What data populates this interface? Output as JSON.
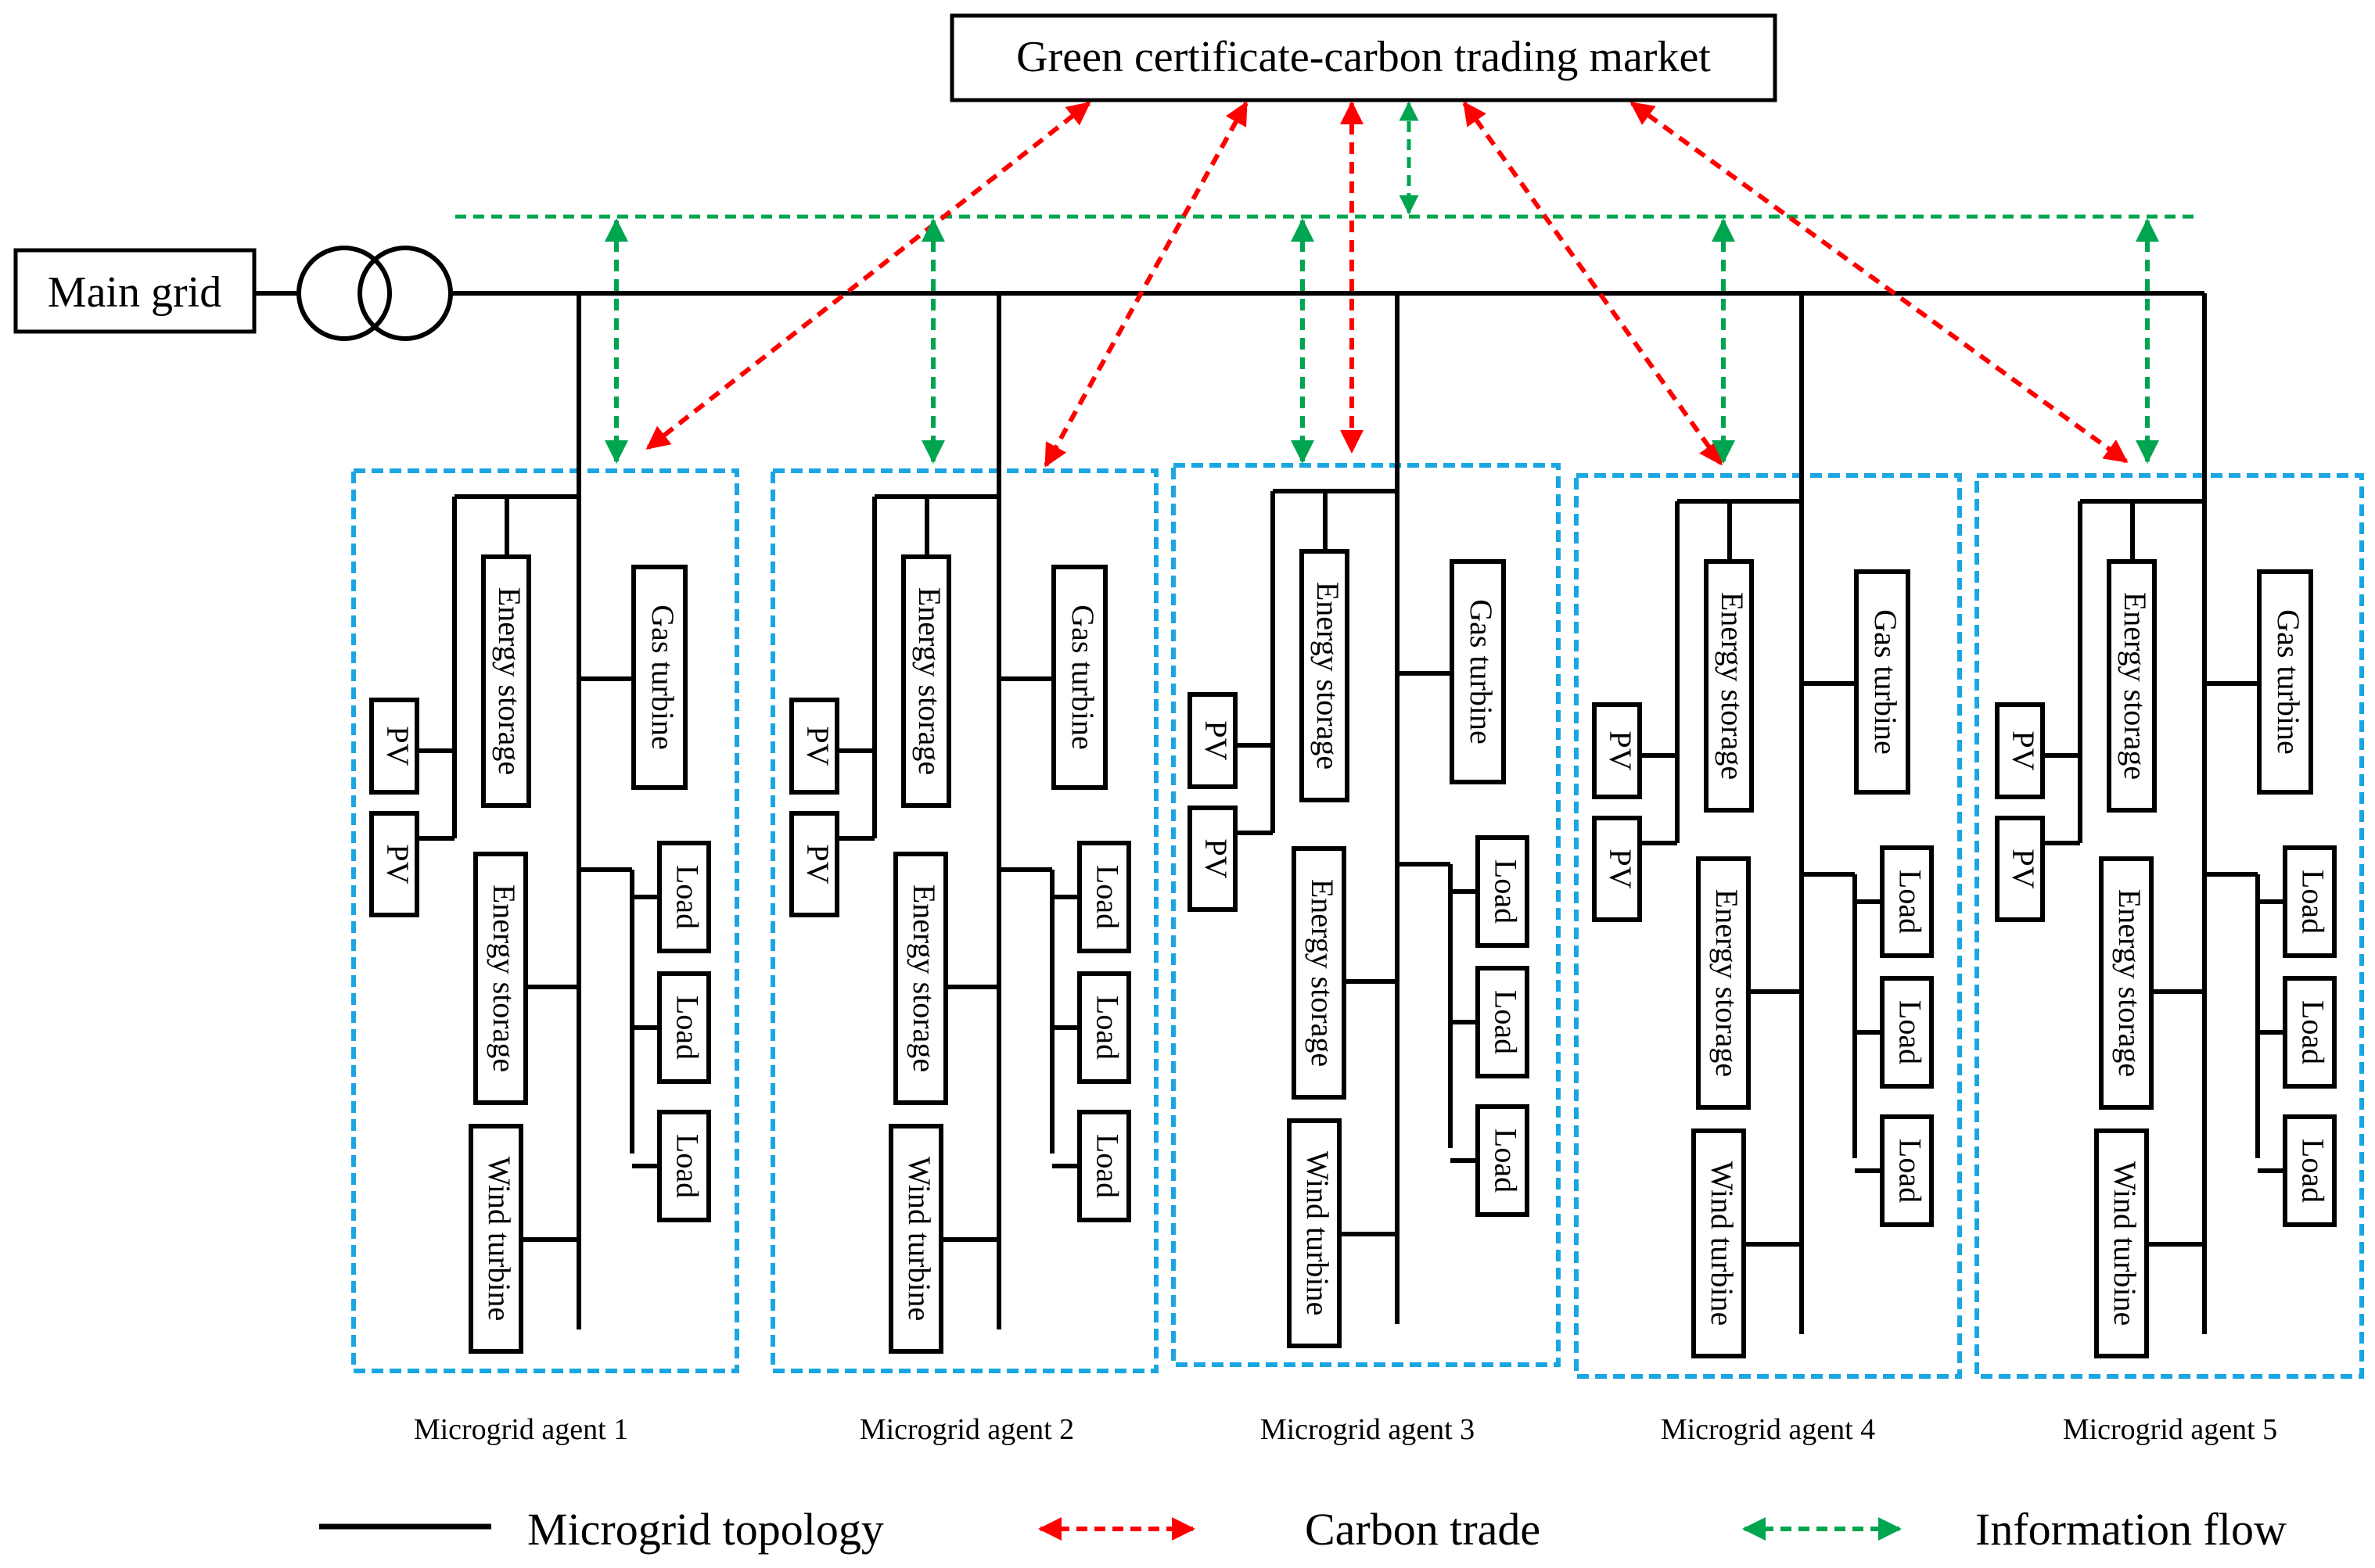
{
  "market": {
    "label": "Green certificate-carbon trading market"
  },
  "main_grid": {
    "label": "Main grid"
  },
  "agents": [
    {
      "label": "Microgrid agent 1",
      "pv": [
        "PV",
        "PV"
      ],
      "storage": [
        "Energy storage",
        "Energy storage"
      ],
      "gas": "Gas turbine",
      "wind": "Wind turbine",
      "loads": [
        "Load",
        "Load",
        "Load"
      ]
    },
    {
      "label": "Microgrid agent 2",
      "pv": [
        "PV",
        "PV"
      ],
      "storage": [
        "Energy storage",
        "Energy storage"
      ],
      "gas": "Gas turbine",
      "wind": "Wind turbine",
      "loads": [
        "Load",
        "Load",
        "Load"
      ]
    },
    {
      "label": "Microgrid agent 3",
      "pv": [
        "PV",
        "PV"
      ],
      "storage": [
        "Energy storage",
        "Energy storage"
      ],
      "gas": "Gas turbine",
      "wind": "Wind turbine",
      "loads": [
        "Load",
        "Load",
        "Load"
      ]
    },
    {
      "label": "Microgrid agent 4",
      "pv": [
        "PV",
        "PV"
      ],
      "storage": [
        "Energy storage",
        "Energy storage"
      ],
      "gas": "Gas turbine",
      "wind": "Wind turbine",
      "loads": [
        "Load",
        "Load",
        "Load"
      ]
    },
    {
      "label": "Microgrid agent 5",
      "pv": [
        "PV",
        "PV"
      ],
      "storage": [
        "Energy storage",
        "Energy storage"
      ],
      "gas": "Gas turbine",
      "wind": "Wind turbine",
      "loads": [
        "Load",
        "Load",
        "Load"
      ]
    }
  ],
  "legend": {
    "topology": "Microgrid topology",
    "carbon": "Carbon trade",
    "info": "Information flow"
  },
  "colors": {
    "line": "#000000",
    "carbon": "#ff0000",
    "info": "#00a54f",
    "agent_border": "#1aa6e2"
  }
}
